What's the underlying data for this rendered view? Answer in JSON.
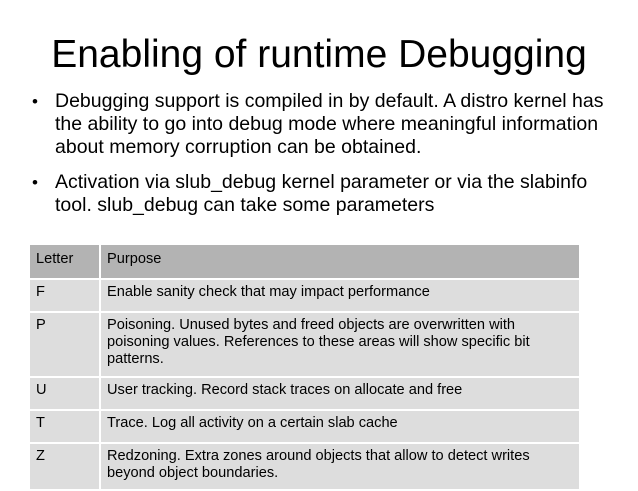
{
  "slide": {
    "title": "Enabling of runtime Debugging",
    "bullets": [
      "Debugging support is compiled in by default. A distro kernel has the ability to go into debug mode where meaningful information about memory corruption can be obtained.",
      "Activation via slub_debug kernel parameter or via the slabinfo tool. slub_debug can take some parameters"
    ],
    "bullet_glyph": "•"
  },
  "table": {
    "headers": [
      "Letter",
      "Purpose"
    ],
    "rows": [
      {
        "letter": "F",
        "purpose": "Enable sanity check that may impact performance"
      },
      {
        "letter": "P",
        "purpose": "Poisoning. Unused bytes and freed objects are overwritten with poisoning values. References to these areas will show specific bit patterns."
      },
      {
        "letter": "U",
        "purpose": "User tracking. Record stack traces on allocate and free"
      },
      {
        "letter": "T",
        "purpose": "Trace. Log all activity on a certain slab cache"
      },
      {
        "letter": "Z",
        "purpose": "Redzoning. Extra zones around objects that allow to detect writes beyond object boundaries."
      }
    ]
  },
  "colors": {
    "header_bg": "#b3b3b3",
    "row_bg": "#dddddd",
    "text": "#000000"
  }
}
